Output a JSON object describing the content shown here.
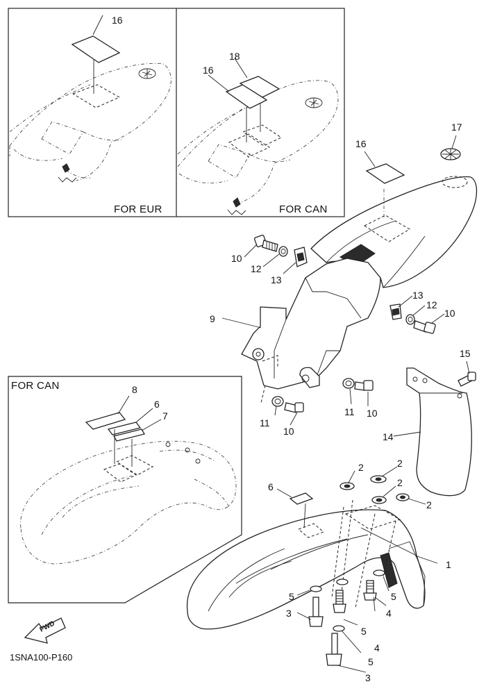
{
  "insets": {
    "eur": "FOR EUR",
    "can_top": "FOR CAN",
    "can_bottom": "FOR CAN"
  },
  "labels": {
    "inset_eur_16": "16",
    "inset_can_16": "16",
    "inset_can_18": "18",
    "l17": "17",
    "l16": "16",
    "l10a": "10",
    "l12a": "12",
    "l13a": "13",
    "l9": "9",
    "l13b": "13",
    "l12b": "12",
    "l10b": "10",
    "l15": "15",
    "l11a": "11",
    "l10c": "10",
    "l11b": "11",
    "l10d": "10",
    "l14": "14",
    "l8": "8",
    "l6a": "6",
    "l7": "7",
    "l6b": "6",
    "l2a": "2",
    "l2b": "2",
    "l2c": "2",
    "l2d": "2",
    "l1": "1",
    "l5a": "5",
    "l5b": "5",
    "l4a": "4",
    "l5c": "5",
    "l4b": "4",
    "l5d": "5",
    "l3a": "3",
    "l3b": "3"
  },
  "badge": {
    "fwd": "FWD"
  },
  "diagram_code": "1SNA100-P160"
}
